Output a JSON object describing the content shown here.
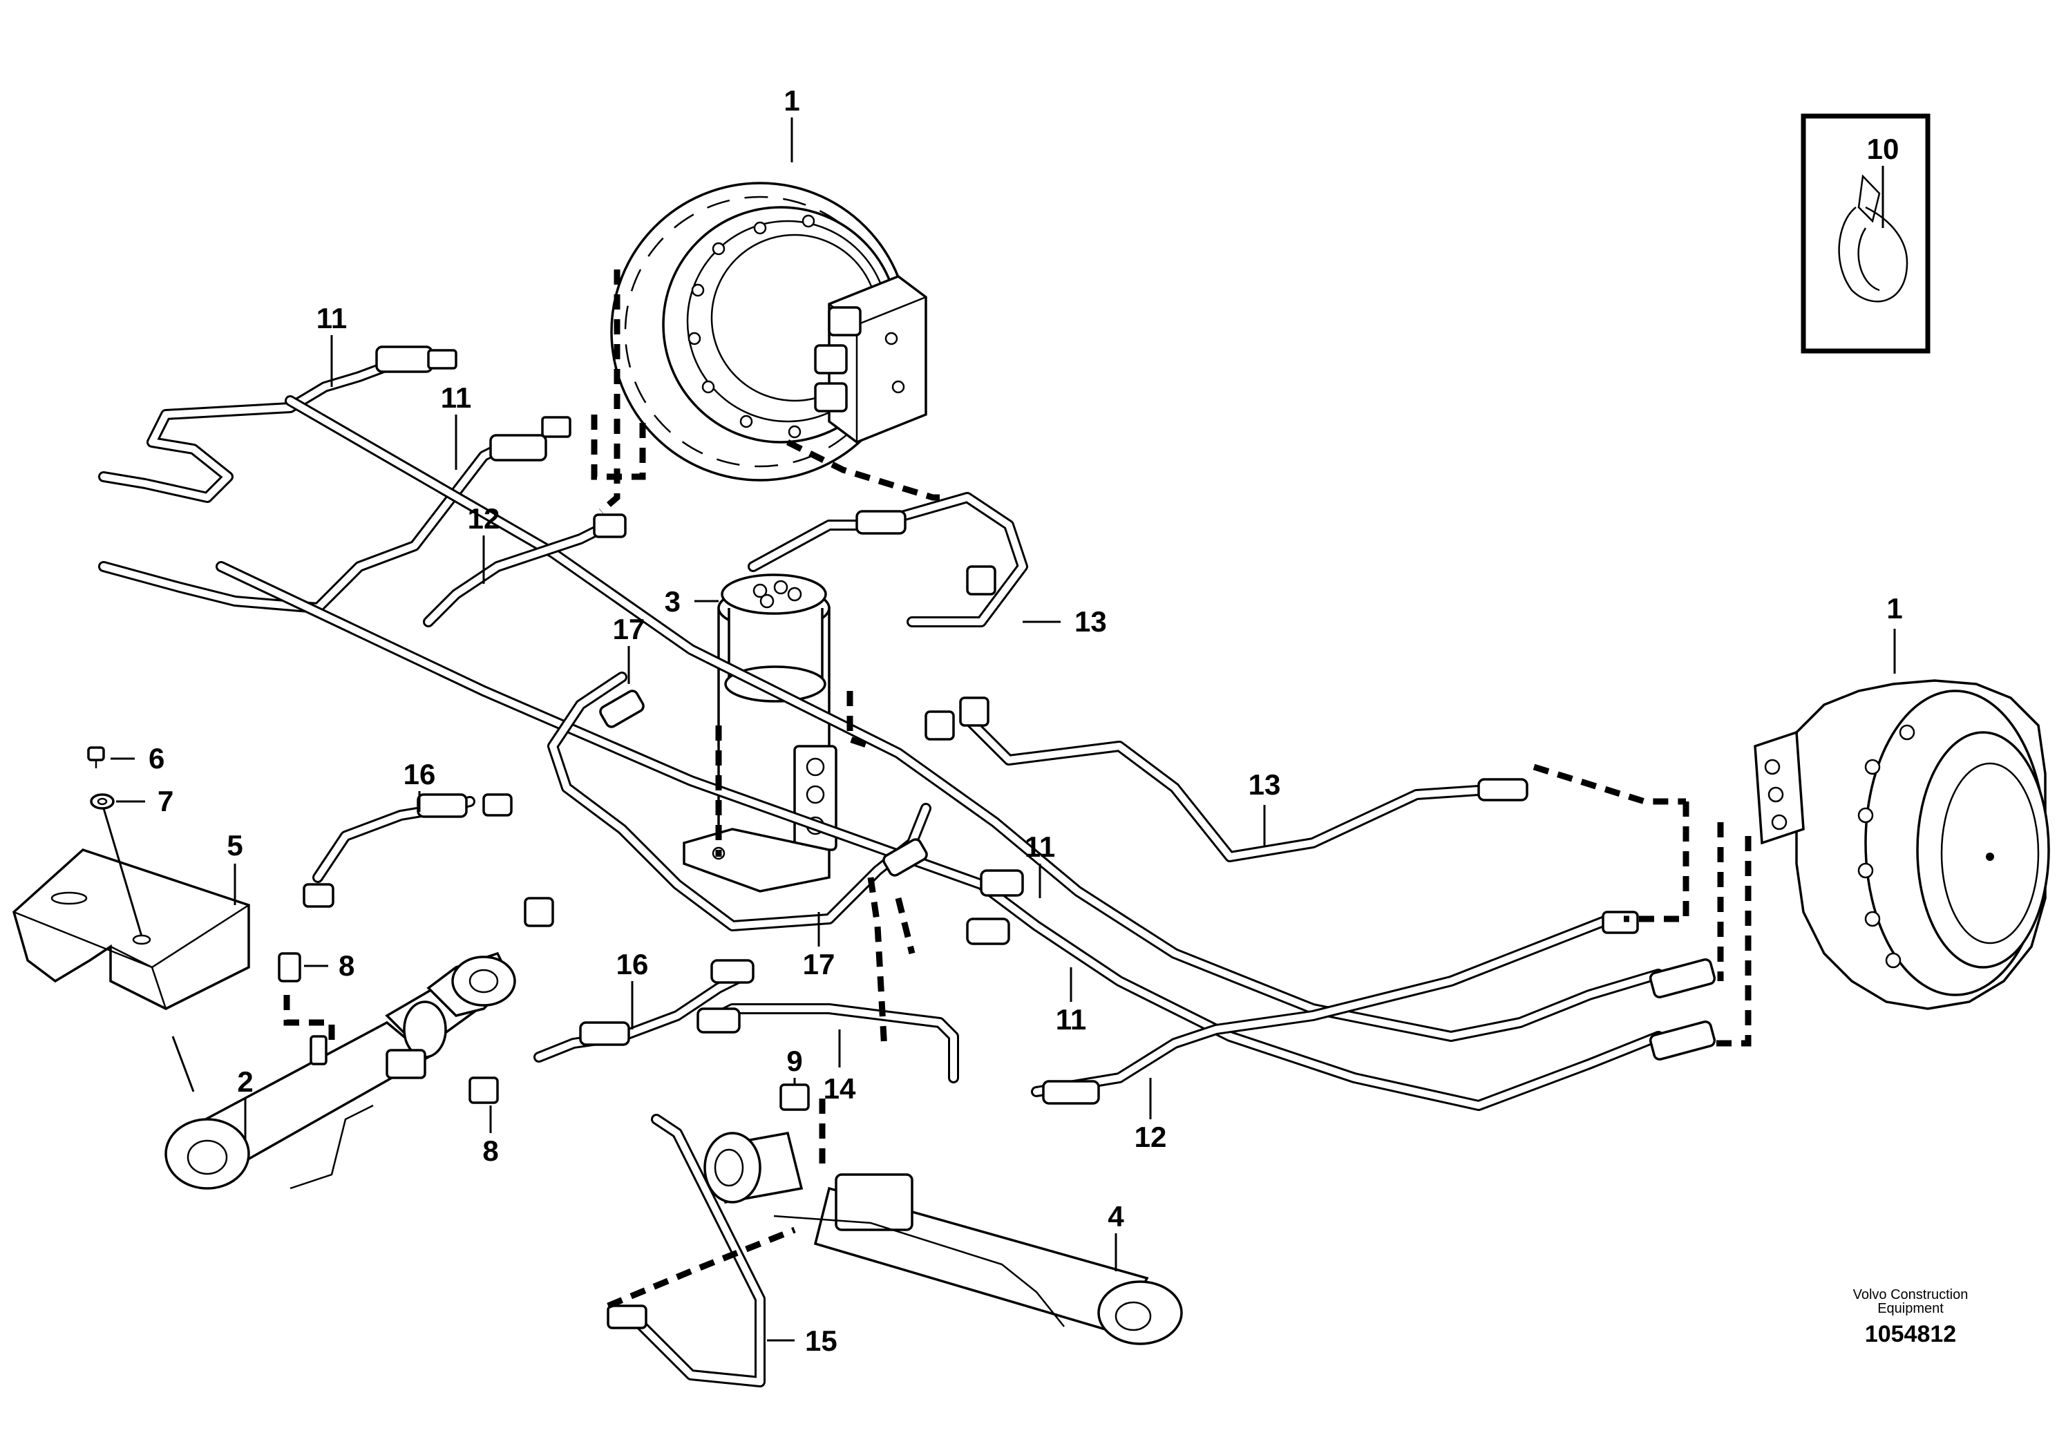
{
  "callouts": {
    "c1a": "1",
    "c1b": "1",
    "c2": "2",
    "c3": "3",
    "c4": "4",
    "c5": "5",
    "c6": "6",
    "c7": "7",
    "c8a": "8",
    "c8b": "8",
    "c9": "9",
    "c10": "10",
    "c11a": "11",
    "c11b": "11",
    "c11c": "11",
    "c11d": "11",
    "c12a": "12",
    "c12b": "12",
    "c13a": "13",
    "c13b": "13",
    "c14": "14",
    "c15": "15",
    "c16a": "16",
    "c16b": "16",
    "c17a": "17",
    "c17b": "17"
  },
  "credit": {
    "line1": "Volvo Construction",
    "line2": "Equipment",
    "part_number": "1054812"
  }
}
